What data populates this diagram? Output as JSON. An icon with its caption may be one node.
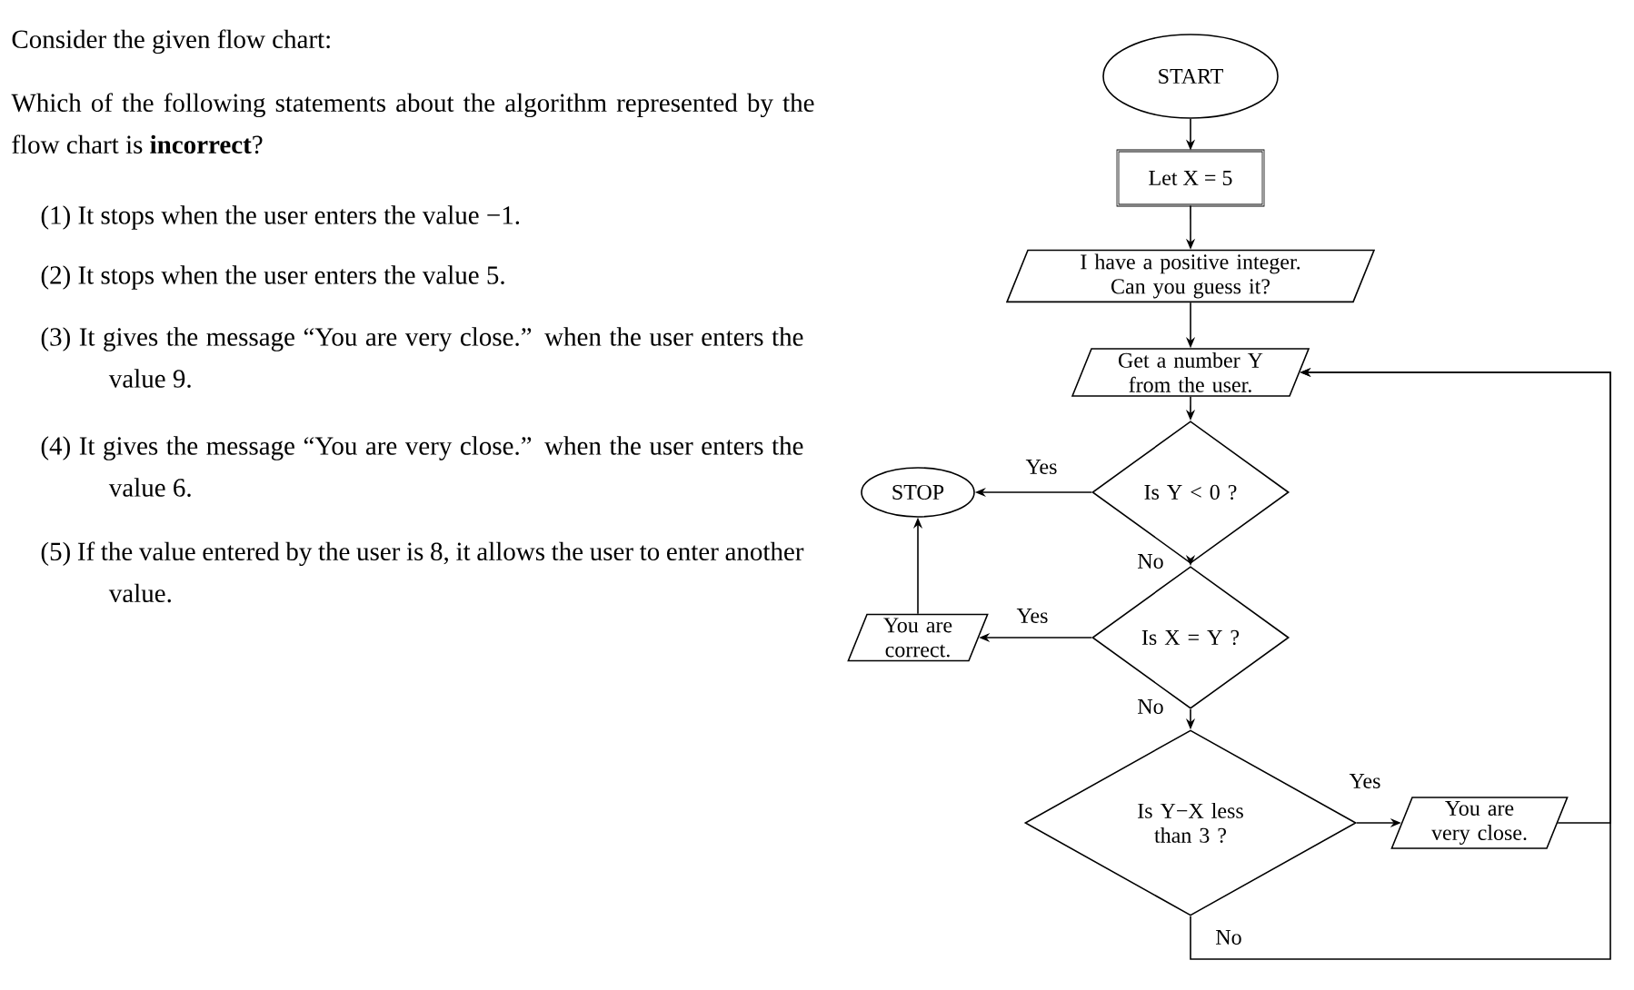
{
  "diagram": {
    "nodes": [
      {
        "text": [
          "START"
        ]
      },
      {
        "text": [
          "Let X = 5"
        ]
      },
      {
        "text": [
          "I have a positive integer. Can you guess it?"
        ]
      },
      {
        "text": [
          "Get a number Y from the user."
        ]
      },
      {
        "text": [
          "Is Y < 0 ?"
        ]
      },
      {
        "text": [
          "STOP"
        ]
      },
      {
        "text": [
          "Is X = Y ?"
        ]
      },
      {
        "text": [
          "You are correct."
        ]
      },
      {
        "text": [
          "Is Y−X less than 3 ?"
        ]
      },
      {
        "text": [
          "You are very close."
        ]
      }
    ],
    "edges": [
      {
        "from": 0,
        "to": 1,
        "arrow": "to"
      },
      {
        "from": 1,
        "to": 2,
        "arrow": "to"
      },
      {
        "from": 2,
        "to": 3,
        "arrow": "to"
      },
      {
        "from": 3,
        "to": 4,
        "arrow": "to"
      },
      {
        "from": 4,
        "to": 5,
        "arrow": "to",
        "label": "Yes"
      },
      {
        "from": 4,
        "to": 6,
        "arrow": "to",
        "label": "No"
      },
      {
        "from": 6,
        "to": 7,
        "arrow": "to",
        "label": "Yes"
      },
      {
        "from": 6,
        "to": 8,
        "arrow": "to",
        "label": "No"
      },
      {
        "from": 7,
        "to": 5,
        "arrow": "to"
      },
      {
        "from": 8,
        "to": 9,
        "arrow": "to",
        "label": "Yes"
      },
      {
        "from": 9,
        "to": 3,
        "arrow": "to"
      },
      {
        "from": 8,
        "to": 3,
        "arrow": "to",
        "label": "No"
      }
    ],
    "labels": [
      "Consider the given flow chart:",
      "Which of the following statements about the algorithm represented by the flow chart is **incorrect**?",
      "(1) It stops when the user enters the value −1.",
      "(2) It stops when the user enters the value 5.",
      "(3) It gives the message “You are very close.” when the user enters the value 9.",
      "(4) It gives the message “You are very close.” when the user enters the value 6.",
      "(5) If the value entered by the user is 8, it allows the user to enter another value."
    ]
  }
}
